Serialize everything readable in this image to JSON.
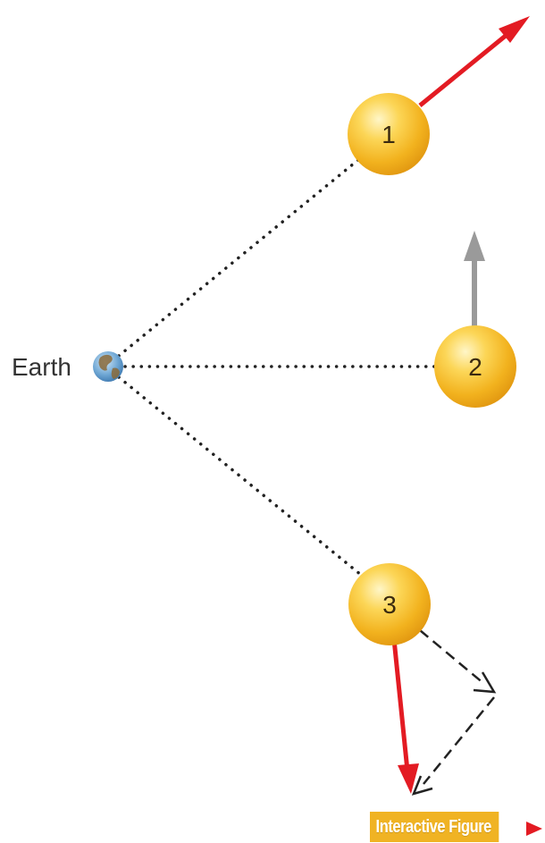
{
  "earth": {
    "label": "Earth",
    "icon": "earth-globe-icon"
  },
  "stars": [
    {
      "number": "1"
    },
    {
      "number": "2"
    },
    {
      "number": "3"
    }
  ],
  "badge": {
    "label": "Interactive Figure",
    "icon": "badge-pointer-arrow-icon"
  },
  "colors": {
    "star_fill": "#f7c531",
    "velocity_arrow": "#e31b23",
    "motion_arrow": "#999999",
    "sight_line": "#222222",
    "badge_bg": "#f0b323"
  }
}
